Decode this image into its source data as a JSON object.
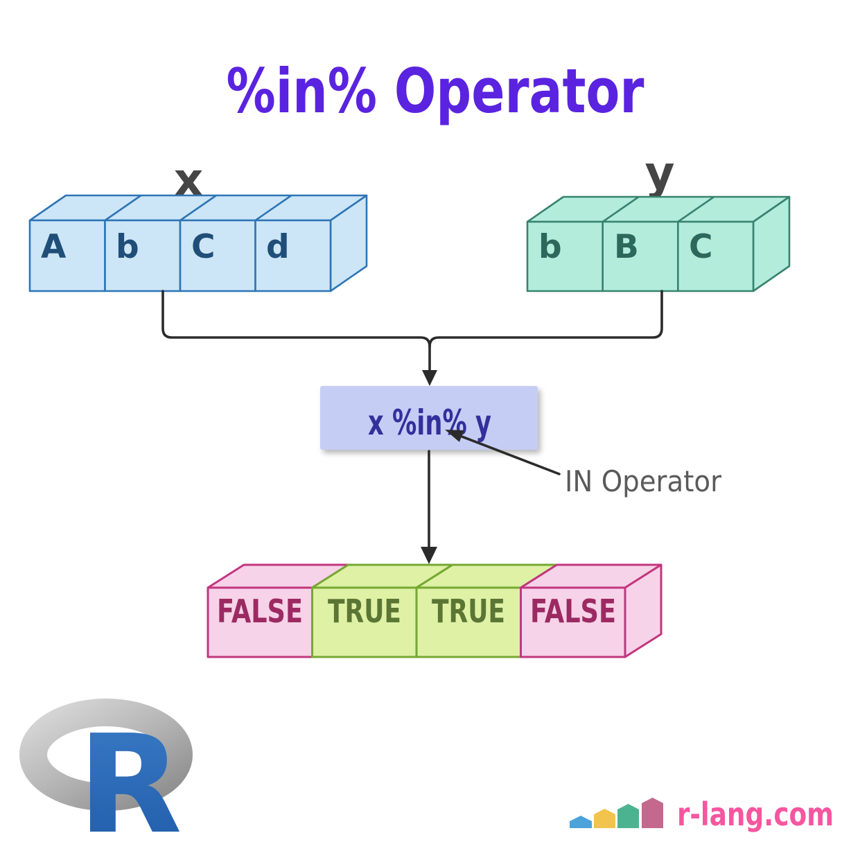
{
  "title": "%in% Operator",
  "vector_x": {
    "name": "x",
    "cells": [
      "A",
      "b",
      "C",
      "d"
    ]
  },
  "vector_y": {
    "name": "y",
    "cells": [
      "b",
      "B",
      "C"
    ]
  },
  "operator_box": {
    "expression": "x %in% y"
  },
  "annotation": {
    "label": "IN Operator"
  },
  "result": {
    "values": [
      "FALSE",
      "TRUE",
      "TRUE",
      "FALSE"
    ]
  },
  "r_logo": {
    "letter": "R"
  },
  "footer": {
    "site": "r-lang.com"
  },
  "colors": {
    "title_purple": "#5a23e0",
    "vector_label_gray": "#454545",
    "annotation_gray": "#5a5a5a",
    "arrow_color": "#2b2b2b",
    "vector_x_fill": "#cde6f7",
    "vector_x_border": "#2e75b6",
    "vector_x_text": "#1f4e79",
    "vector_y_fill": "#b4ecdc",
    "vector_y_border": "#37836d",
    "vector_y_text": "#2d685c",
    "operator_fill": "#c6cdf5",
    "operator_text": "#32309b",
    "false_fill": "#f6d3e8",
    "false_border": "#c2367f",
    "false_text": "#9c2a62",
    "true_fill": "#def1a5",
    "true_border": "#76a832",
    "true_text": "#5b7634",
    "site_pink": "#f5569f",
    "house_colors": [
      "#4ba3d9",
      "#f2c44d",
      "#4cb391",
      "#c4688d"
    ]
  }
}
